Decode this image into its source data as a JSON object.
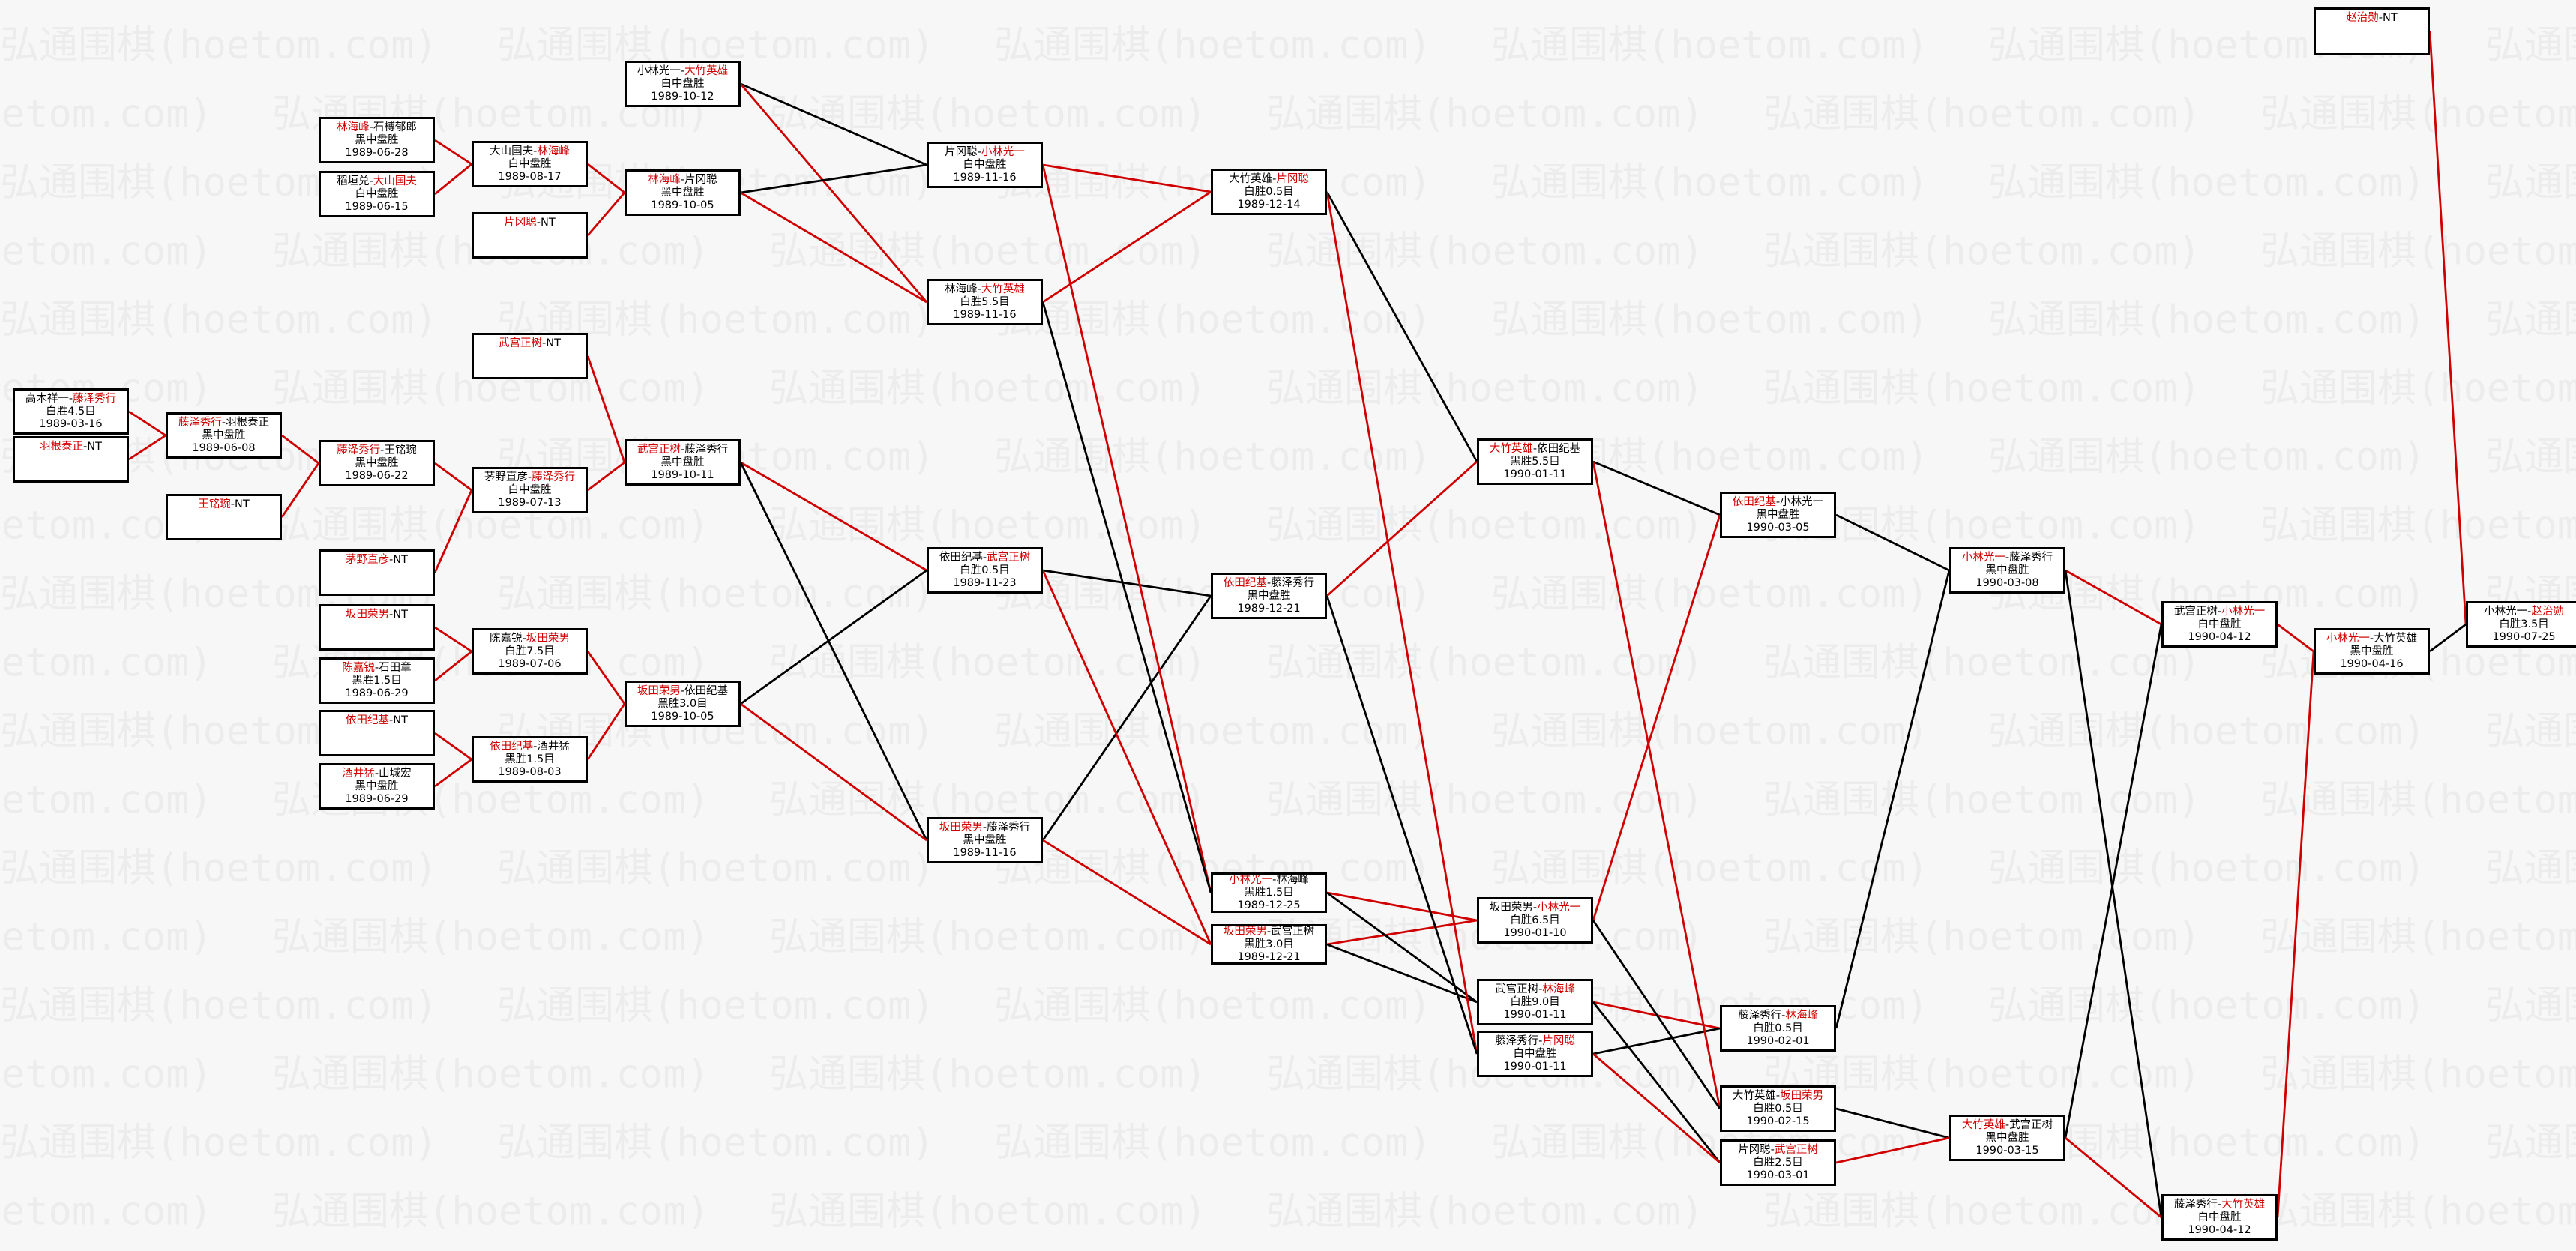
{
  "watermark": "弘通围棋(hoetom.com)",
  "colors": {
    "red": "#d00000",
    "black": "#000000",
    "box_bg": "#ffffff",
    "page_bg": "#f7f7f7",
    "watermark": "#ececec"
  },
  "games": [
    {
      "id": "g01",
      "p1": "高木祥一",
      "sep": "-",
      "p2": "藤泽秀行",
      "winner": 2,
      "result": "白胜4.5目",
      "date": "1989-03-16"
    },
    {
      "id": "g02",
      "p1": "羽根泰正",
      "sep": "-",
      "p2": "NT",
      "winner": 1,
      "result": "",
      "date": ""
    },
    {
      "id": "g03",
      "p1": "藤泽秀行",
      "sep": "-",
      "p2": "羽根泰正",
      "winner": 1,
      "result": "黑中盘胜",
      "date": "1989-06-08"
    },
    {
      "id": "g04",
      "p1": "王铭琬",
      "sep": "-",
      "p2": "NT",
      "winner": 1,
      "result": "",
      "date": ""
    },
    {
      "id": "g05",
      "p1": "林海峰",
      "sep": "-",
      "p2": "石榑郁郎",
      "winner": 1,
      "result": "黑中盘胜",
      "date": "1989-06-28"
    },
    {
      "id": "g06",
      "p1": "稻垣兑",
      "sep": "-",
      "p2": "大山国夫",
      "winner": 2,
      "result": "白中盘胜",
      "date": "1989-06-15"
    },
    {
      "id": "g07",
      "p1": "藤泽秀行",
      "sep": "-",
      "p2": "王铭琬",
      "winner": 1,
      "result": "黑中盘胜",
      "date": "1989-06-22"
    },
    {
      "id": "g08",
      "p1": "茅野直彦",
      "sep": "-",
      "p2": "NT",
      "winner": 1,
      "result": "",
      "date": ""
    },
    {
      "id": "g09",
      "p1": "坂田荣男",
      "sep": "-",
      "p2": "NT",
      "winner": 1,
      "result": "",
      "date": ""
    },
    {
      "id": "g10",
      "p1": "陈嘉锐",
      "sep": "-",
      "p2": "石田章",
      "winner": 1,
      "result": "黑胜1.5目",
      "date": "1989-06-29"
    },
    {
      "id": "g11",
      "p1": "依田纪基",
      "sep": "-",
      "p2": "NT",
      "winner": 1,
      "result": "",
      "date": ""
    },
    {
      "id": "g12",
      "p1": "酒井猛",
      "sep": "-",
      "p2": "山城宏",
      "winner": 1,
      "result": "黑中盘胜",
      "date": "1989-06-29"
    },
    {
      "id": "g13",
      "p1": "大山国夫",
      "sep": "-",
      "p2": "林海峰",
      "winner": 2,
      "result": "白中盘胜",
      "date": "1989-08-17"
    },
    {
      "id": "g14",
      "p1": "茅野直彦",
      "sep": "-",
      "p2": "藤泽秀行",
      "winner": 2,
      "result": "白中盘胜",
      "date": "1989-07-13"
    },
    {
      "id": "g15",
      "p1": "陈嘉锐",
      "sep": "-",
      "p2": "坂田荣男",
      "winner": 2,
      "result": "白胜7.5目",
      "date": "1989-07-06"
    },
    {
      "id": "g16",
      "p1": "依田纪基",
      "sep": "-",
      "p2": "酒井猛",
      "winner": 1,
      "result": "黑胜1.5目",
      "date": "1989-08-03"
    },
    {
      "id": "g17",
      "p1": "小林光一",
      "sep": "-",
      "p2": "大竹英雄",
      "winner": 2,
      "result": "白中盘胜",
      "date": "1989-10-12"
    },
    {
      "id": "g18",
      "p1": "林海峰",
      "sep": "-",
      "p2": "片冈聪",
      "winner": 1,
      "result": "黑中盘胜",
      "date": "1989-10-05"
    },
    {
      "id": "g19",
      "p1": "片冈聪",
      "sep": "-",
      "p2": "NT",
      "winner": 1,
      "result": "",
      "date": ""
    },
    {
      "id": "g20",
      "p1": "武宫正树",
      "sep": "-",
      "p2": "NT",
      "winner": 1,
      "result": "",
      "date": ""
    },
    {
      "id": "g21",
      "p1": "武宫正树",
      "sep": "-",
      "p2": "藤泽秀行",
      "winner": 1,
      "result": "黑中盘胜",
      "date": "1989-10-11"
    },
    {
      "id": "g22",
      "p1": "坂田荣男",
      "sep": "-",
      "p2": "依田纪基",
      "winner": 1,
      "result": "黑胜3.0目",
      "date": "1989-10-05"
    },
    {
      "id": "g23",
      "p1": "片冈聪",
      "sep": "-",
      "p2": "小林光一",
      "winner": 2,
      "result": "白中盘胜",
      "date": "1989-11-16"
    },
    {
      "id": "g24",
      "p1": "林海峰",
      "sep": "-",
      "p2": "大竹英雄",
      "winner": 2,
      "result": "白胜5.5目",
      "date": "1989-11-16"
    },
    {
      "id": "g25",
      "p1": "依田纪基",
      "sep": "-",
      "p2": "武宫正树",
      "winner": 2,
      "result": "白胜0.5目",
      "date": "1989-11-23"
    },
    {
      "id": "g26",
      "p1": "坂田荣男",
      "sep": "-",
      "p2": "藤泽秀行",
      "winner": 1,
      "result": "黑中盘胜",
      "date": "1989-11-16"
    },
    {
      "id": "g27",
      "p1": "大竹英雄",
      "sep": "-",
      "p2": "片冈聪",
      "winner": 2,
      "result": "白胜0.5目",
      "date": "1989-12-14"
    },
    {
      "id": "g28",
      "p1": "依田纪基",
      "sep": "-",
      "p2": "藤泽秀行",
      "winner": 1,
      "result": "黑中盘胜",
      "date": "1989-12-21"
    },
    {
      "id": "g29",
      "p1": "小林光一",
      "sep": "-",
      "p2": "林海峰",
      "winner": 1,
      "result": "黑胜1.5目",
      "date": "1989-12-25"
    },
    {
      "id": "g30",
      "p1": "坂田荣男",
      "sep": "-",
      "p2": "武宫正树",
      "winner": 1,
      "result": "黑胜3.0目",
      "date": "1989-12-21"
    },
    {
      "id": "g31",
      "p1": "大竹英雄",
      "sep": "-",
      "p2": "依田纪基",
      "winner": 1,
      "result": "黑胜5.5目",
      "date": "1990-01-11"
    },
    {
      "id": "g32",
      "p1": "坂田荣男",
      "sep": "-",
      "p2": "小林光一",
      "winner": 2,
      "result": "白胜6.5目",
      "date": "1990-01-10"
    },
    {
      "id": "g33",
      "p1": "武宫正树",
      "sep": "-",
      "p2": "林海峰",
      "winner": 2,
      "result": "白胜9.0目",
      "date": "1990-01-11"
    },
    {
      "id": "g34",
      "p1": "藤泽秀行",
      "sep": "-",
      "p2": "片冈聪",
      "winner": 2,
      "result": "白中盘胜",
      "date": "1990-01-11"
    },
    {
      "id": "g35",
      "p1": "依田纪基",
      "sep": "-",
      "p2": "小林光一",
      "winner": 1,
      "result": "黑中盘胜",
      "date": "1990-03-05"
    },
    {
      "id": "g36",
      "p1": "藤泽秀行",
      "sep": "-",
      "p2": "林海峰",
      "winner": 2,
      "result": "白胜0.5目",
      "date": "1990-02-01"
    },
    {
      "id": "g37",
      "p1": "大竹英雄",
      "sep": "-",
      "p2": "坂田荣男",
      "winner": 2,
      "result": "白胜0.5目",
      "date": "1990-02-15"
    },
    {
      "id": "g38",
      "p1": "片冈聪",
      "sep": "-",
      "p2": "武宫正树",
      "winner": 2,
      "result": "白胜2.5目",
      "date": "1990-03-01"
    },
    {
      "id": "g39",
      "p1": "小林光一",
      "sep": "-",
      "p2": "藤泽秀行",
      "winner": 1,
      "result": "黑中盘胜",
      "date": "1990-03-08"
    },
    {
      "id": "g40",
      "p1": "大竹英雄",
      "sep": "-",
      "p2": "武宫正树",
      "winner": 1,
      "result": "黑中盘胜",
      "date": "1990-03-15"
    },
    {
      "id": "g41",
      "p1": "武宫正树",
      "sep": "-",
      "p2": "小林光一",
      "winner": 2,
      "result": "白中盘胜",
      "date": "1990-04-12"
    },
    {
      "id": "g42",
      "p1": "藤泽秀行",
      "sep": "-",
      "p2": "大竹英雄",
      "winner": 2,
      "result": "白中盘胜",
      "date": "1990-04-12"
    },
    {
      "id": "g43",
      "p1": "小林光一",
      "sep": "-",
      "p2": "大竹英雄",
      "winner": 1,
      "result": "黑中盘胜",
      "date": "1990-04-16"
    },
    {
      "id": "g44",
      "p1": "小林光一",
      "sep": "-",
      "p2": "赵治勋",
      "winner": 2,
      "result": "白胜3.5目",
      "date": "1990-07-25"
    },
    {
      "id": "g45",
      "p1": "赵治勋",
      "sep": "-",
      "p2": "NT",
      "winner": 1,
      "result": "",
      "date": ""
    }
  ],
  "links": [
    {
      "from": "g01",
      "to": "g03",
      "color": "red"
    },
    {
      "from": "g02",
      "to": "g03",
      "color": "red"
    },
    {
      "from": "g03",
      "to": "g07",
      "color": "red"
    },
    {
      "from": "g04",
      "to": "g07",
      "color": "red"
    },
    {
      "from": "g05",
      "to": "g13",
      "color": "red"
    },
    {
      "from": "g06",
      "to": "g13",
      "color": "red"
    },
    {
      "from": "g07",
      "to": "g14",
      "color": "red"
    },
    {
      "from": "g08",
      "to": "g14",
      "color": "red"
    },
    {
      "from": "g09",
      "to": "g15",
      "color": "red"
    },
    {
      "from": "g10",
      "to": "g15",
      "color": "red"
    },
    {
      "from": "g11",
      "to": "g16",
      "color": "red"
    },
    {
      "from": "g12",
      "to": "g16",
      "color": "red"
    },
    {
      "from": "g13",
      "to": "g18",
      "color": "red"
    },
    {
      "from": "g19",
      "to": "g18",
      "color": "red"
    },
    {
      "from": "g20",
      "to": "g21",
      "color": "red"
    },
    {
      "from": "g14",
      "to": "g21",
      "color": "red"
    },
    {
      "from": "g15",
      "to": "g22",
      "color": "red"
    },
    {
      "from": "g16",
      "to": "g22",
      "color": "red"
    },
    {
      "from": "g17",
      "to": "g23",
      "color": "black"
    },
    {
      "from": "g17",
      "to": "g24",
      "color": "red"
    },
    {
      "from": "g18",
      "to": "g23",
      "color": "black"
    },
    {
      "from": "g18",
      "to": "g24",
      "color": "red"
    },
    {
      "from": "g21",
      "to": "g25",
      "color": "red"
    },
    {
      "from": "g21",
      "to": "g26",
      "color": "black"
    },
    {
      "from": "g22",
      "to": "g25",
      "color": "black"
    },
    {
      "from": "g22",
      "to": "g26",
      "color": "red"
    },
    {
      "from": "g23",
      "to": "g27",
      "color": "red"
    },
    {
      "from": "g24",
      "to": "g27",
      "color": "red"
    },
    {
      "from": "g25",
      "to": "g28",
      "color": "black"
    },
    {
      "from": "g26",
      "to": "g28",
      "color": "black"
    },
    {
      "from": "g23",
      "to": "g29",
      "color": "red"
    },
    {
      "from": "g24",
      "to": "g29",
      "color": "black"
    },
    {
      "from": "g25",
      "to": "g30",
      "color": "red"
    },
    {
      "from": "g26",
      "to": "g30",
      "color": "red"
    },
    {
      "from": "g27",
      "to": "g31",
      "color": "black"
    },
    {
      "from": "g28",
      "to": "g31",
      "color": "red"
    },
    {
      "from": "g29",
      "to": "g32",
      "color": "red"
    },
    {
      "from": "g30",
      "to": "g32",
      "color": "red"
    },
    {
      "from": "g29",
      "to": "g33",
      "color": "black"
    },
    {
      "from": "g30",
      "to": "g33",
      "color": "black"
    },
    {
      "from": "g27",
      "to": "g34",
      "color": "red"
    },
    {
      "from": "g28",
      "to": "g34",
      "color": "black"
    },
    {
      "from": "g31",
      "to": "g35",
      "color": "black"
    },
    {
      "from": "g32",
      "to": "g35",
      "color": "red"
    },
    {
      "from": "g33",
      "to": "g36",
      "color": "red"
    },
    {
      "from": "g34",
      "to": "g36",
      "color": "black"
    },
    {
      "from": "g31",
      "to": "g37",
      "color": "red"
    },
    {
      "from": "g32",
      "to": "g37",
      "color": "black"
    },
    {
      "from": "g33",
      "to": "g38",
      "color": "black"
    },
    {
      "from": "g34",
      "to": "g38",
      "color": "red"
    },
    {
      "from": "g35",
      "to": "g39",
      "color": "black"
    },
    {
      "from": "g36",
      "to": "g39",
      "color": "black"
    },
    {
      "from": "g37",
      "to": "g40",
      "color": "black"
    },
    {
      "from": "g38",
      "to": "g40",
      "color": "red"
    },
    {
      "from": "g39",
      "to": "g41",
      "color": "red"
    },
    {
      "from": "g40",
      "to": "g41",
      "color": "black"
    },
    {
      "from": "g39",
      "to": "g42",
      "color": "black"
    },
    {
      "from": "g40",
      "to": "g42",
      "color": "red"
    },
    {
      "from": "g41",
      "to": "g43",
      "color": "red"
    },
    {
      "from": "g42",
      "to": "g43",
      "color": "red"
    },
    {
      "from": "g43",
      "to": "g44",
      "color": "black"
    },
    {
      "from": "g45",
      "to": "g44",
      "color": "red"
    }
  ]
}
